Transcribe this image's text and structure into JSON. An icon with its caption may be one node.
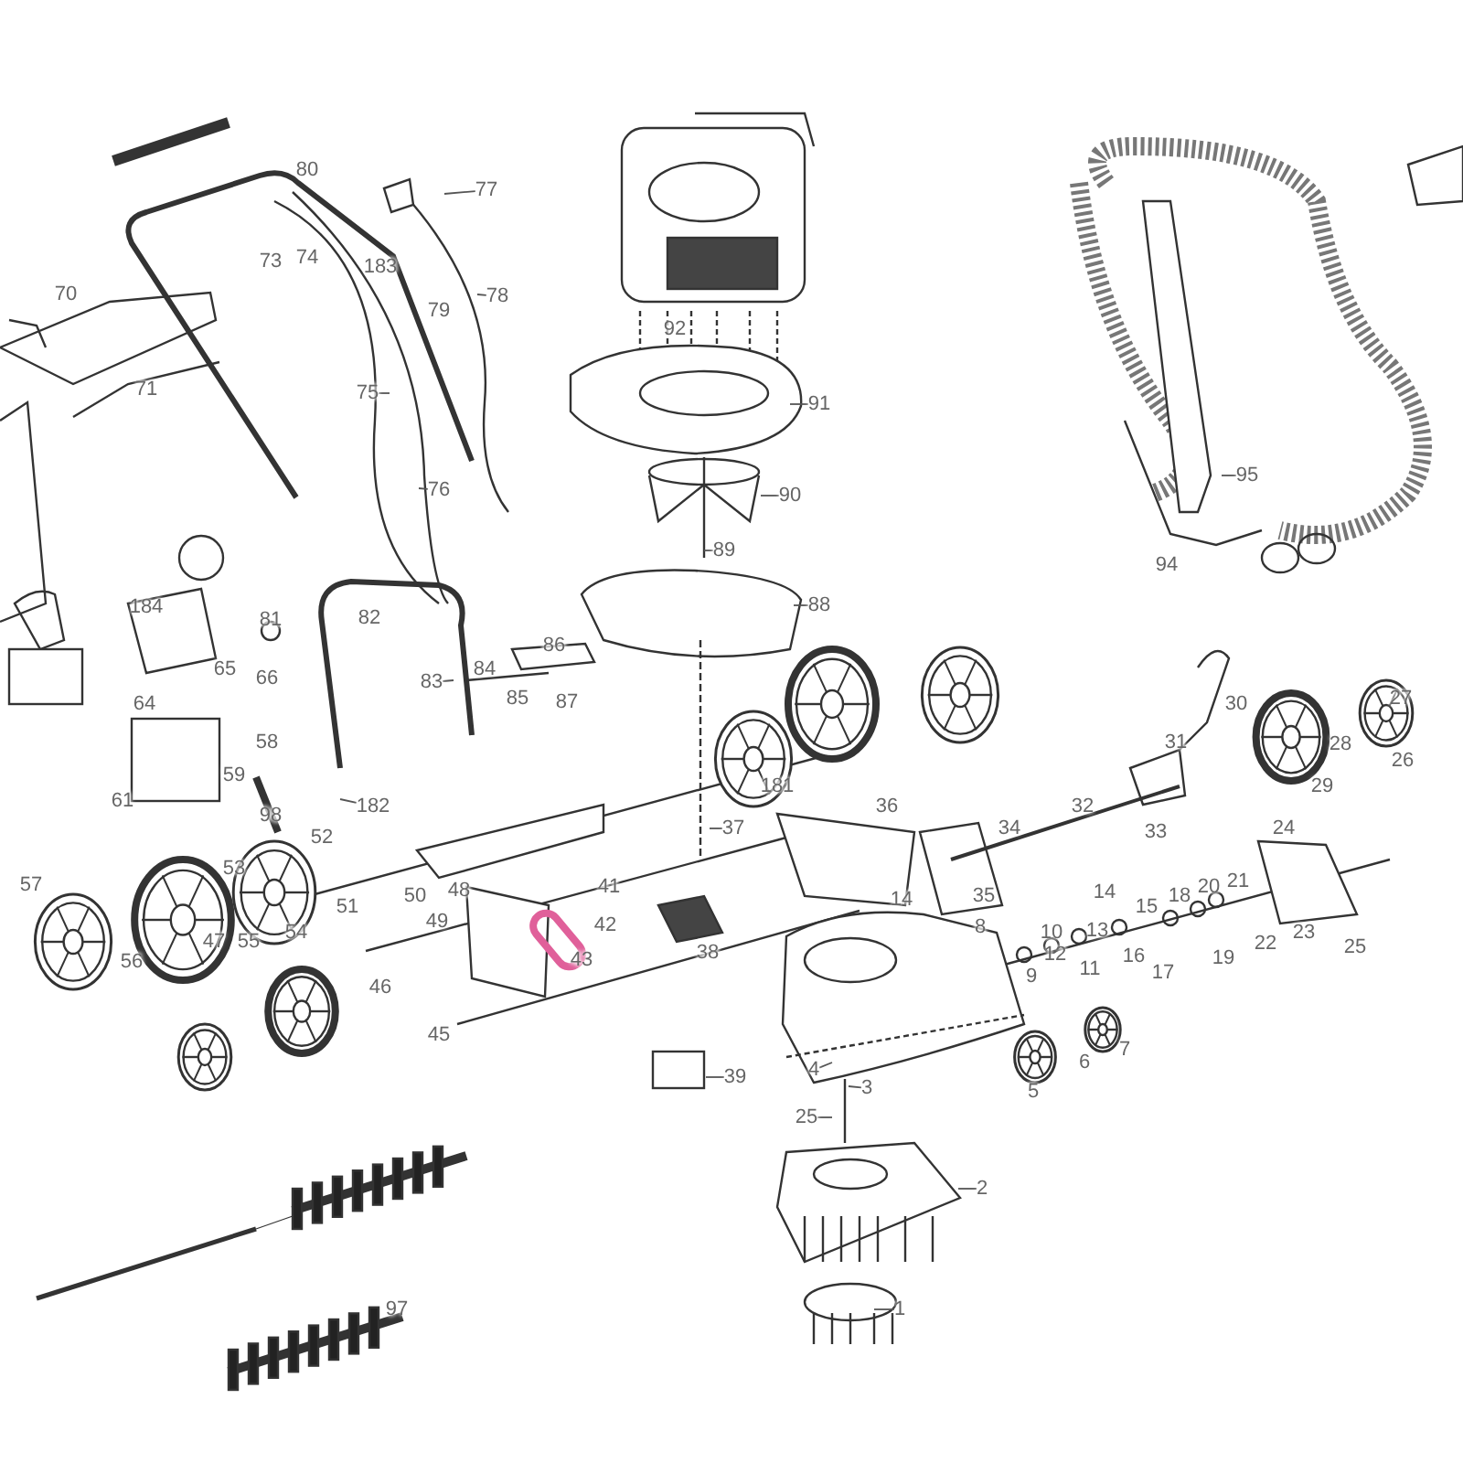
{
  "diagram": {
    "nodes": [
      {
        "text": [
          "77"
        ]
      },
      {
        "text": [
          "78"
        ]
      },
      {
        "text": [
          "75"
        ]
      },
      {
        "text": [
          "91"
        ]
      },
      {
        "text": [
          "95"
        ]
      },
      {
        "text": [
          "76"
        ]
      },
      {
        "text": [
          "90"
        ]
      },
      {
        "text": [
          "89"
        ]
      },
      {
        "text": [
          "88"
        ]
      },
      {
        "text": [
          "83"
        ]
      },
      {
        "text": [
          "182"
        ]
      },
      {
        "text": [
          "37"
        ]
      },
      {
        "text": [
          "4"
        ]
      },
      {
        "text": [
          "39"
        ]
      },
      {
        "text": [
          "3"
        ]
      },
      {
        "text": [
          "25"
        ]
      },
      {
        "text": [
          "2"
        ]
      },
      {
        "text": [
          "1"
        ]
      }
    ],
    "edges": [
      {
        "from": 0,
        "to": null,
        "arrow": "none"
      },
      {
        "from": 1,
        "to": null,
        "arrow": "none"
      },
      {
        "from": 2,
        "to": null,
        "arrow": "none"
      },
      {
        "from": 3,
        "to": null,
        "arrow": "none"
      },
      {
        "from": 4,
        "to": null,
        "arrow": "none"
      },
      {
        "from": 5,
        "to": null,
        "arrow": "none"
      },
      {
        "from": 6,
        "to": null,
        "arrow": "none"
      },
      {
        "from": 7,
        "to": null,
        "arrow": "none"
      },
      {
        "from": 8,
        "to": null,
        "arrow": "none"
      },
      {
        "from": 9,
        "to": null,
        "arrow": "none"
      },
      {
        "from": 10,
        "to": null,
        "arrow": "none"
      },
      {
        "from": 11,
        "to": null,
        "arrow": "none"
      },
      {
        "from": 12,
        "to": null,
        "arrow": "none"
      },
      {
        "from": 13,
        "to": null,
        "arrow": "none"
      },
      {
        "from": 14,
        "to": null,
        "arrow": "none"
      },
      {
        "from": 15,
        "to": null,
        "arrow": "none"
      },
      {
        "from": 16,
        "to": null,
        "arrow": "none"
      },
      {
        "from": 17,
        "to": null,
        "arrow": "none"
      }
    ],
    "labels": [
      "80",
      "73",
      "74",
      "183",
      "70",
      "79",
      "92",
      "71",
      "94",
      "184",
      "82",
      "81",
      "86",
      "65",
      "84",
      "66",
      "85",
      "87",
      "30",
      "27",
      "64",
      "58",
      "31",
      "28",
      "26",
      "59",
      "181",
      "29",
      "61",
      "36",
      "32",
      "98",
      "24",
      "34",
      "33",
      "52",
      "53",
      "57",
      "41",
      "48",
      "21",
      "20",
      "50",
      "35",
      "14",
      "14",
      "18",
      "15",
      "51",
      "49",
      "42",
      "8",
      "10",
      "13",
      "54",
      "23",
      "47",
      "55",
      "22",
      "25",
      "38",
      "12",
      "16",
      "19",
      "43",
      "56",
      "11",
      "17",
      "9",
      "46",
      "45",
      "7",
      "6",
      "5",
      "97"
    ]
  }
}
